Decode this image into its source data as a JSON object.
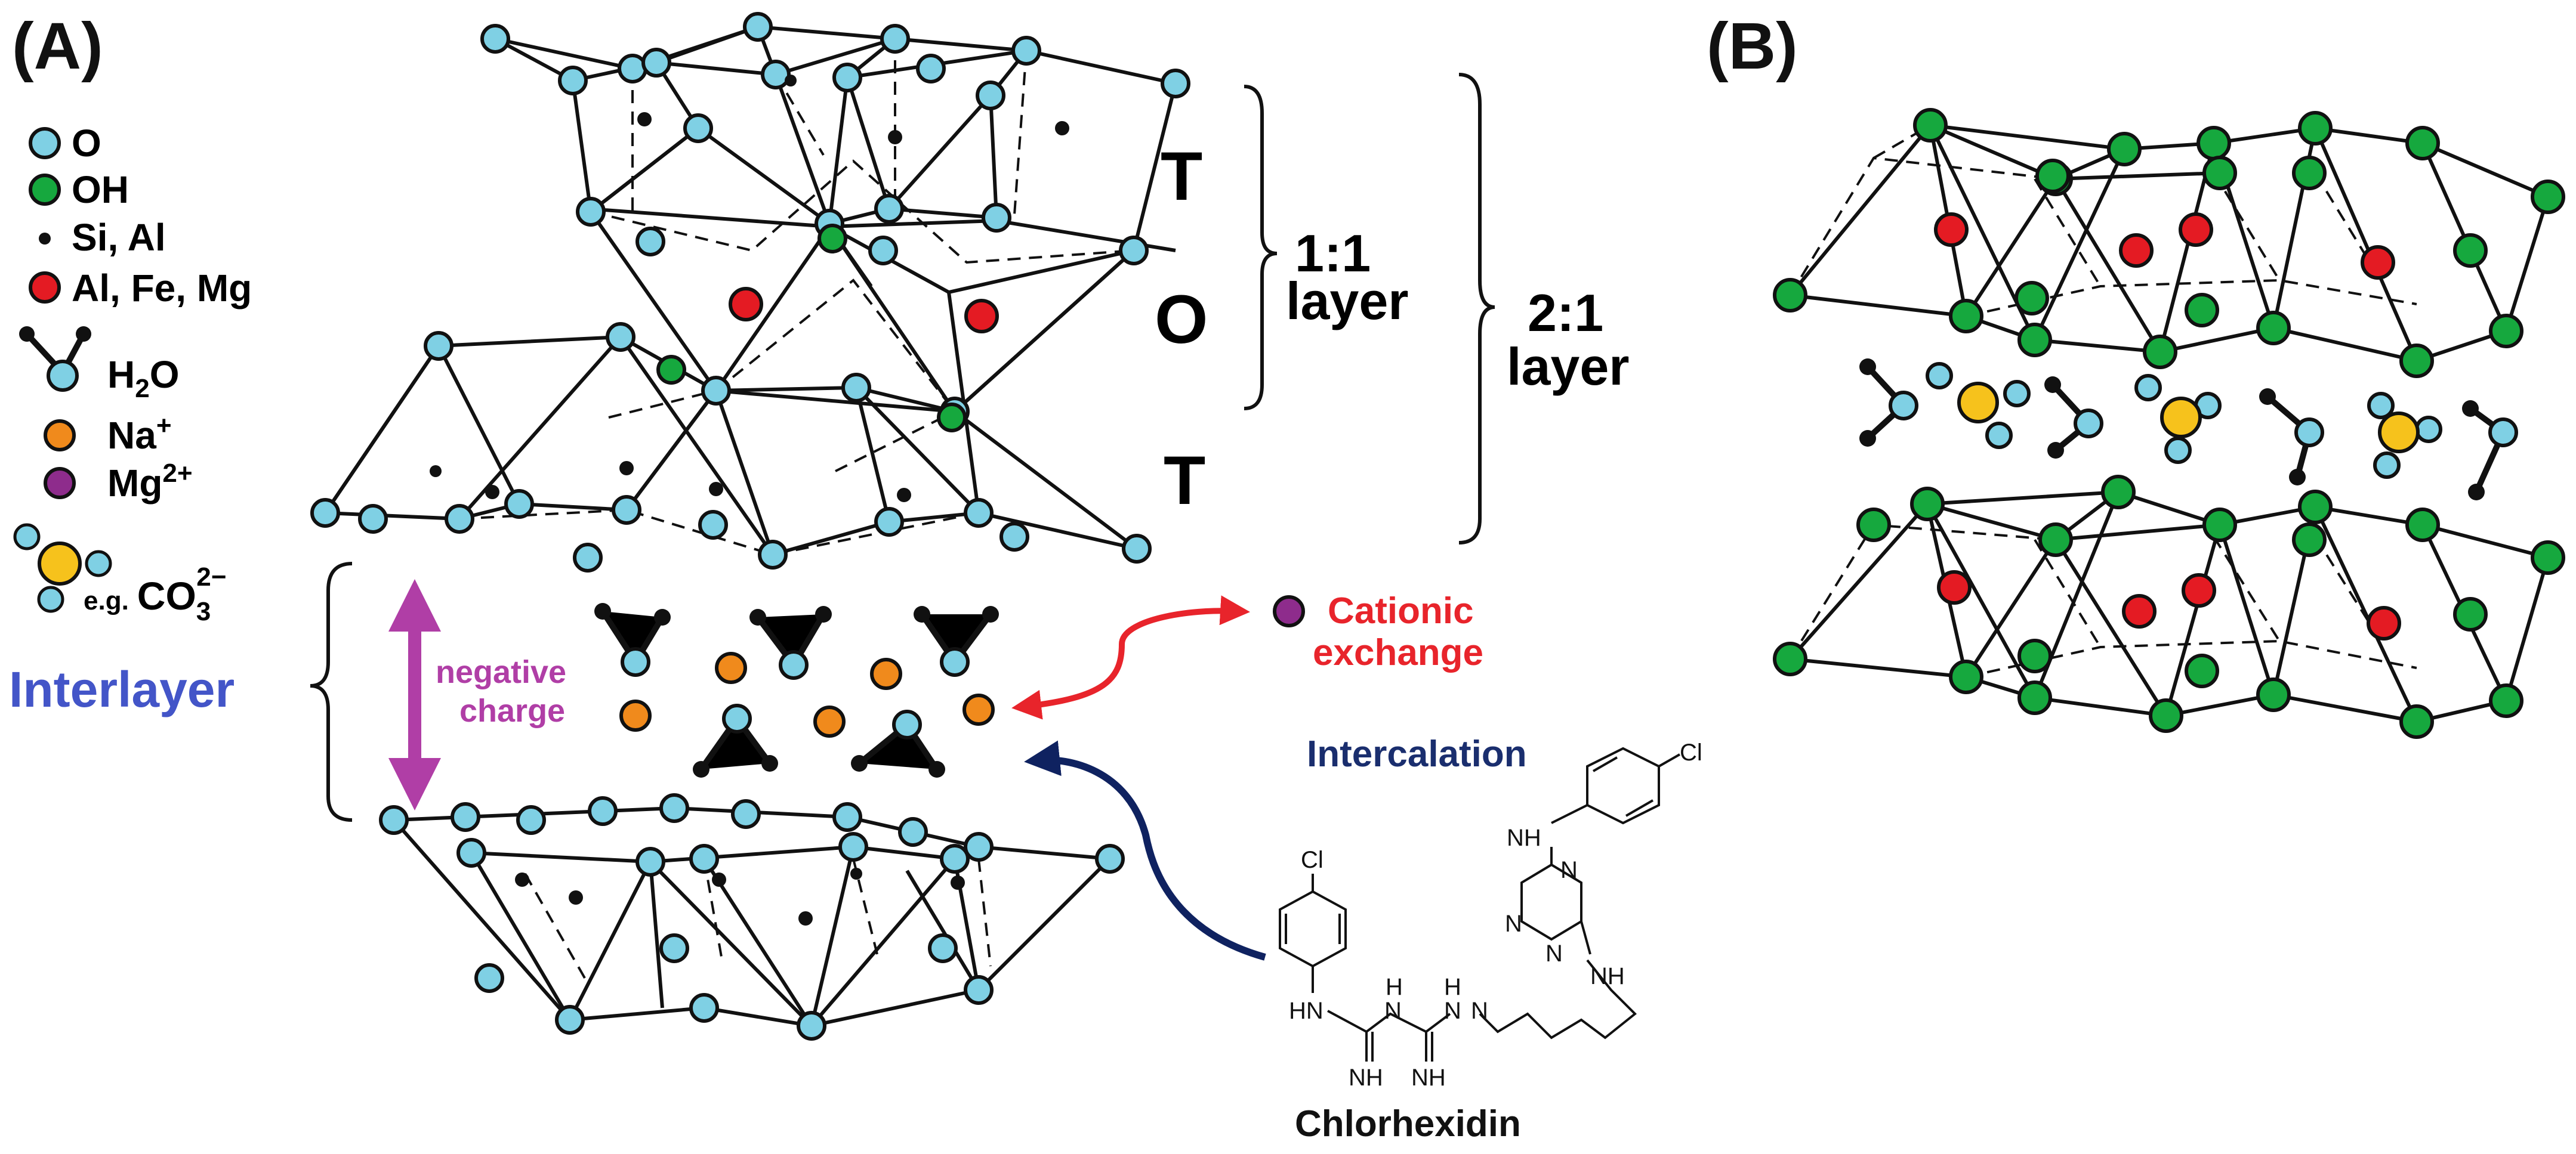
{
  "panel_a_label": "(A)",
  "panel_b_label": "(B)",
  "legend": {
    "o": "O",
    "oh": "OH",
    "si_al": "Si, Al",
    "al_fe_mg": "Al, Fe, Mg",
    "h2o_main": "H",
    "h2o_sub": "2",
    "h2o_tail": "O",
    "na_main": "Na",
    "na_sup": "+",
    "mg_main": "Mg",
    "mg_sup": "2+",
    "co3_eg": "e.g.",
    "co3_main": "CO",
    "co3_sub": "3",
    "co3_sup": "2−"
  },
  "labels": {
    "t_top": "T",
    "o_mid": "O",
    "t_bottom": "T",
    "layer_11_a": "1:1",
    "layer_11_b": "layer",
    "layer_21_a": "2:1",
    "layer_21_b": "layer",
    "interlayer": "Interlayer",
    "negative_charge_a": "negative",
    "negative_charge_b": "charge",
    "cationic_exchange_a": "Cationic",
    "cationic_exchange_b": "exchange",
    "intercalation": "Intercalation",
    "chlorhexidin": "Chlorhexidin"
  },
  "molecule": {
    "cl_top": "Cl",
    "cl_left": "Cl",
    "nh_top": "NH",
    "n1": "N",
    "n2": "N",
    "n3": "N",
    "nh_right": "NH",
    "hn1": "HN",
    "h1": "H",
    "n_a": "N",
    "h2": "H",
    "n_b": "N",
    "n_c": "N",
    "nh_b1": "NH",
    "nh_b2": "NH"
  },
  "colors": {
    "oxygen": "#7fd0e4",
    "hydroxyl": "#16a83e",
    "si_al": "#111111",
    "al_fe_mg": "#e41b23",
    "sodium": "#f08a1c",
    "magnesium": "#8e2c8c",
    "carbon_anion": "#f6c21c",
    "interlayer_text": "#4355c8",
    "negative_charge": "#b03ea6",
    "cationic_exchange": "#e8242b",
    "intercalation_text": "#1a2e6e",
    "intercalation_arrow": "#0f2260"
  }
}
